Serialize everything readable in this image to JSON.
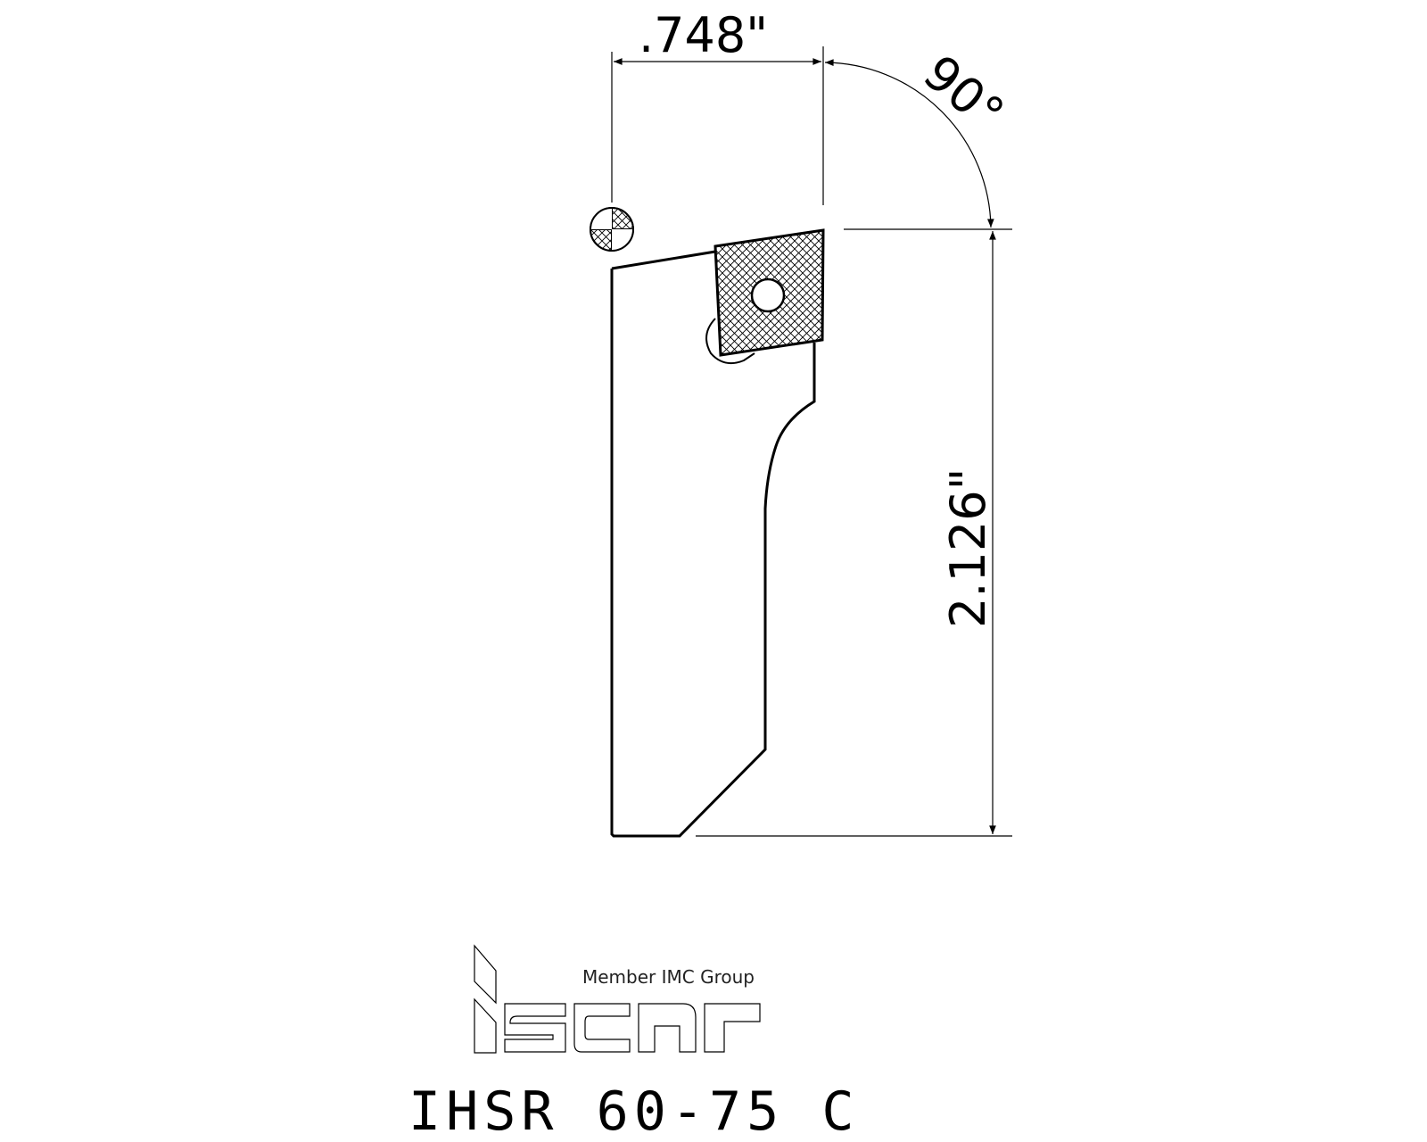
{
  "dimensions": {
    "width": ".748\"",
    "height": "2.126\"",
    "angle": "90°"
  },
  "logo": {
    "tagline": "Member IMC Group",
    "brand": "iscar"
  },
  "part_number": "IHSR 60-75 C",
  "colors": {
    "line": "#000000",
    "background": "#ffffff"
  }
}
